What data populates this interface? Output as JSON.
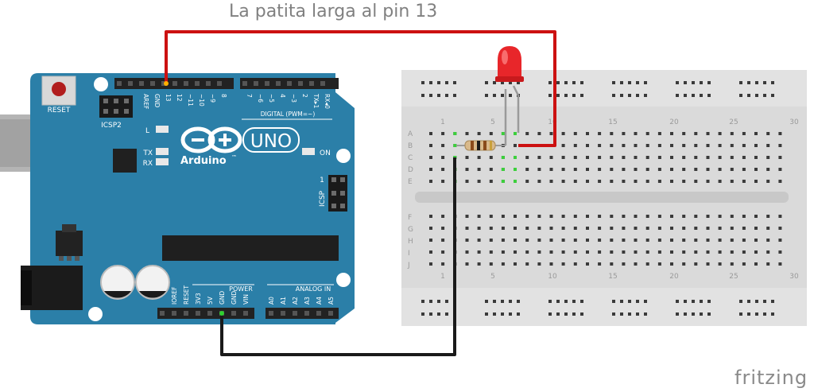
{
  "caption": "La patita larga al pin 13",
  "watermark": "fritzing",
  "arduino": {
    "reset_label": "RESET",
    "icsp2_label": "ICSP2",
    "icsp_label": "ICSP",
    "icsp_pin1": "1",
    "logo_text": "Arduino",
    "tm": "™",
    "model": "UNO",
    "label_l": "L",
    "label_tx": "TX",
    "label_rx": "RX",
    "label_on": "ON",
    "digital_label": "DIGITAL (PWM=~)",
    "power_label": "POWER",
    "analog_label": "ANALOG IN",
    "top_pins": [
      "AREF",
      "GND",
      "13",
      "12",
      "~11",
      "~10",
      "~9",
      "8",
      "7",
      "~6",
      "~5",
      "4",
      "~3",
      "2",
      "TX▸1",
      "RX◂0"
    ],
    "bottom_pins": [
      "IOREF",
      "RESET",
      "3V3",
      "5V",
      "GND",
      "GND",
      "VIN",
      "A0",
      "A1",
      "A2",
      "A3",
      "A4",
      "A5"
    ]
  },
  "breadboard": {
    "row_letters_top": [
      "A",
      "B",
      "C",
      "D",
      "E"
    ],
    "row_letters_bottom": [
      "F",
      "G",
      "H",
      "I",
      "J"
    ],
    "column_numbers": [
      "1",
      "5",
      "10",
      "15",
      "20",
      "25",
      "30"
    ]
  },
  "colors": {
    "board": "#2b7fa8",
    "wire_red": "#cc1111",
    "wire_black": "#1a1a1a",
    "led": "#e8262a",
    "breadboard": "#d9d9d9"
  }
}
